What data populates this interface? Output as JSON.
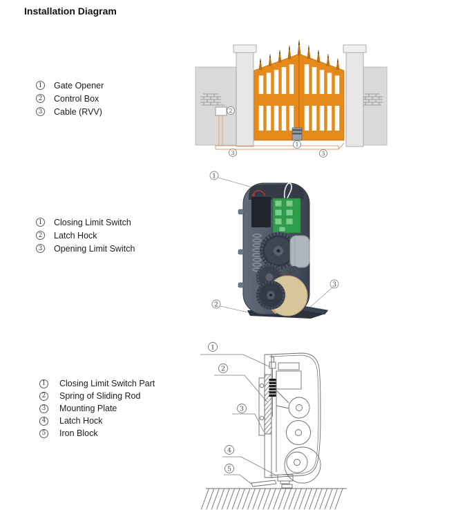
{
  "page_title": "Installation Diagram",
  "colors": {
    "gate_orange": "#E5891B",
    "gate_orange_dark": "#C2700E",
    "cable_orange": "#E2A268",
    "wall_gray": "#D9D9D9",
    "pcb_green": "#2E9E4D",
    "pcb_terminal_green": "#79CC8C",
    "wheel_tan": "#D8C59B",
    "body_dark_gray": "#4D5565",
    "line_art_gray": "#6B6B6B"
  },
  "sections": [
    {
      "id": "gate-installation",
      "legend": [
        {
          "num": "1",
          "label": "Gate Opener"
        },
        {
          "num": "2",
          "label": "Control Box"
        },
        {
          "num": "3",
          "label": "Cable (RVV)"
        }
      ]
    },
    {
      "id": "opener-mechanism",
      "legend": [
        {
          "num": "1",
          "label": "Closing Limit Switch"
        },
        {
          "num": "2",
          "label": "Latch Hock"
        },
        {
          "num": "3",
          "label": "Opening Limit Switch"
        }
      ]
    },
    {
      "id": "opener-side-view",
      "legend": [
        {
          "num": "1",
          "label": "Closing Limit Switch Part"
        },
        {
          "num": "2",
          "label": "Spring of Sliding Rod"
        },
        {
          "num": "3",
          "label": "Mounting Plate"
        },
        {
          "num": "4",
          "label": "Latch Hock"
        },
        {
          "num": "5",
          "label": "Iron Block"
        }
      ]
    }
  ]
}
